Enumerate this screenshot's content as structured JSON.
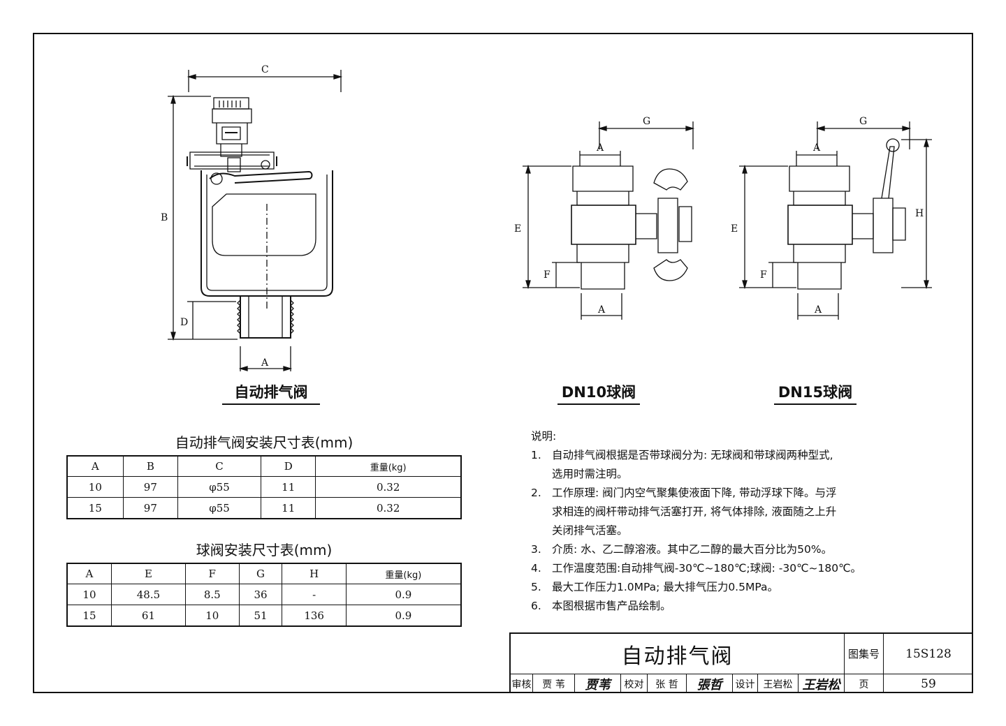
{
  "figures": {
    "valve_caption": "自动排气阀",
    "dn10_caption": "DN10球阀",
    "dn15_caption": "DN15球阀",
    "dim_labels": {
      "a": "A",
      "b": "B",
      "c": "C",
      "d": "D",
      "e": "E",
      "f": "F",
      "g": "G",
      "h": "H"
    }
  },
  "table1": {
    "title": "自动排气阀安装尺寸表(mm)",
    "headers": [
      "A",
      "B",
      "C",
      "D",
      "重量(kg)"
    ],
    "rows": [
      [
        "10",
        "97",
        "φ55",
        "11",
        "0.32"
      ],
      [
        "15",
        "97",
        "φ55",
        "11",
        "0.32"
      ]
    ]
  },
  "table2": {
    "title": "球阀安装尺寸表(mm)",
    "headers": [
      "A",
      "E",
      "F",
      "G",
      "H",
      "重量(kg)"
    ],
    "rows": [
      [
        "10",
        "48.5",
        "8.5",
        "36",
        "-",
        "0.9"
      ],
      [
        "15",
        "61",
        "10",
        "51",
        "136",
        "0.9"
      ]
    ]
  },
  "notes": {
    "heading": "说明:",
    "items": [
      {
        "num": "1.",
        "lines": [
          "自动排气阀根据是否带球阀分为: 无球阀和带球阀两种型式,",
          "选用时需注明。"
        ]
      },
      {
        "num": "2.",
        "lines": [
          "工作原理: 阀门内空气聚集使液面下降, 带动浮球下降。与浮",
          "求相连的阀杆带动排气活塞打开, 将气体排除, 液面随之上升",
          "关闭排气活塞。"
        ]
      },
      {
        "num": "3.",
        "lines": [
          "介质: 水、乙二醇溶液。其中乙二醇的最大百分比为50%。"
        ]
      },
      {
        "num": "4.",
        "lines": [
          "工作温度范围:自动排气阀-30℃~180℃;球阀: -30℃~180℃。"
        ]
      },
      {
        "num": "5.",
        "lines": [
          "最大工作压力1.0MPa; 最大排气压力0.5MPa。"
        ]
      },
      {
        "num": "6.",
        "lines": [
          "本图根据市售产品绘制。"
        ]
      }
    ]
  },
  "titleblock": {
    "title": "自动排气阀",
    "atlas_label": "图集号",
    "atlas_no": "15S128",
    "review_label": "审核",
    "reviewer": "贾 苇",
    "reviewer_sig": "贾苇",
    "check_label": "校对",
    "checker": "张 哲",
    "checker_sig": "張哲",
    "design_label": "设计",
    "designer": "王岩松",
    "designer_sig": "王岩松",
    "page_label": "页",
    "page_no": "59"
  }
}
